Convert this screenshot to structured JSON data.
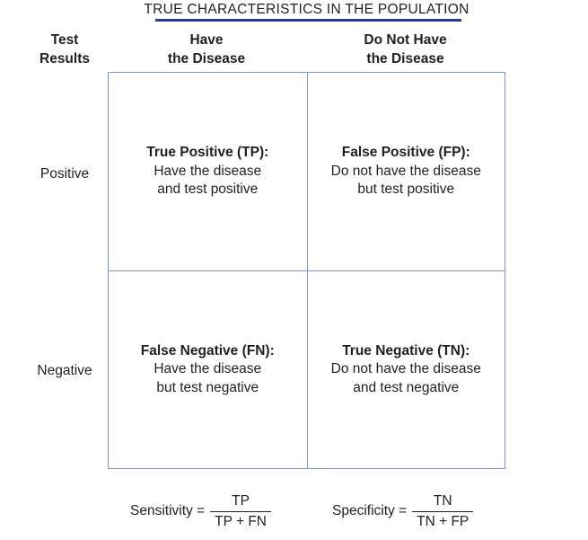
{
  "title": "TRUE CHARACTERISTICS IN THE POPULATION",
  "row_axis": {
    "line1": "Test",
    "line2": "Results"
  },
  "columns": {
    "have": {
      "line1": "Have",
      "line2": "the Disease"
    },
    "not_have": {
      "line1": "Do Not Have",
      "line2": "the Disease"
    }
  },
  "rows": {
    "positive": "Positive",
    "negative": "Negative"
  },
  "cells": {
    "tp": {
      "title": "True Positive (TP):",
      "line1": "Have the disease",
      "line2": "and test positive"
    },
    "fp": {
      "title": "False Positive (FP):",
      "line1": "Do not have the disease",
      "line2": "but test positive"
    },
    "fn": {
      "title": "False Negative (FN):",
      "line1": "Have the disease",
      "line2": "but test negative"
    },
    "tn": {
      "title": "True Negative (TN):",
      "line1": "Do not have the disease",
      "line2": "and test negative"
    }
  },
  "formulas": {
    "sensitivity": {
      "label": "Sensitivity =",
      "numerator": "TP",
      "denominator": "TP + FN"
    },
    "specificity": {
      "label": "Specificity =",
      "numerator": "TN",
      "denominator": "TN + FP"
    }
  },
  "colors": {
    "title_underline": "#2b3990",
    "grid_border": "#8595c1",
    "text": "#231f20",
    "background": "#ffffff"
  }
}
